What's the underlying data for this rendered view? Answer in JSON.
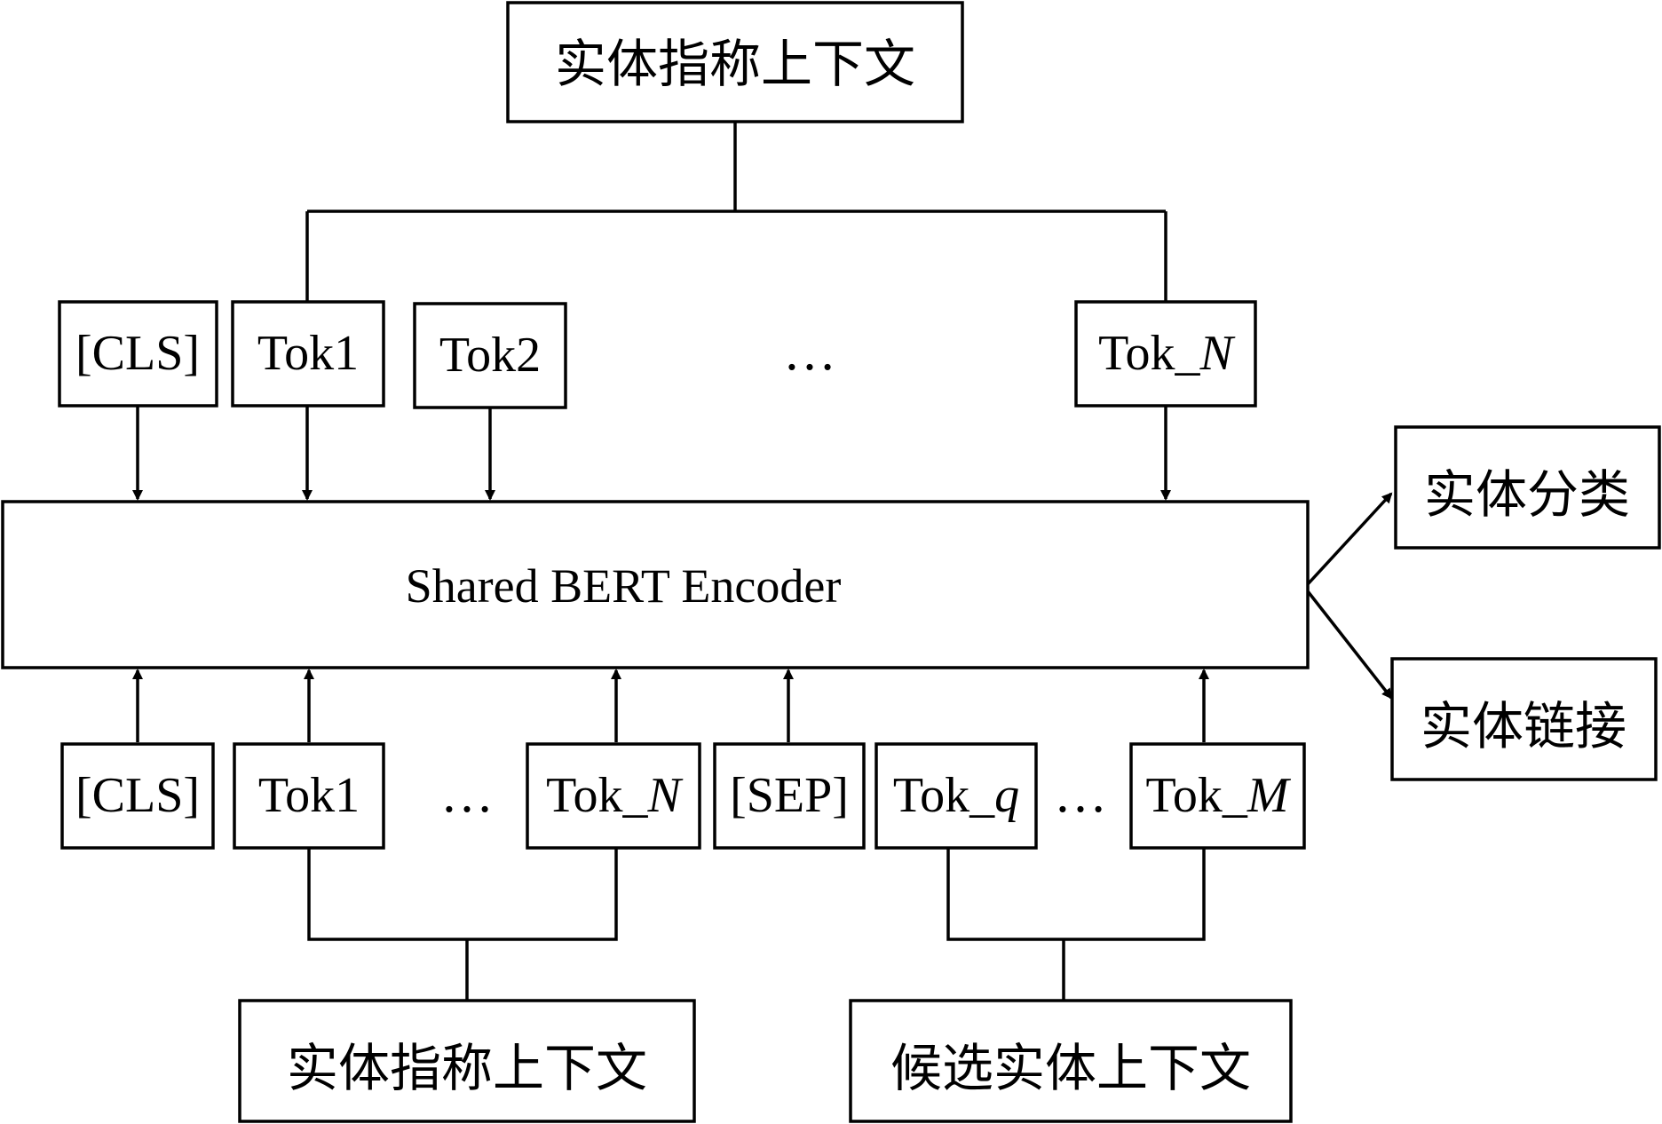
{
  "diagram": {
    "top_context": "实体指称上下文",
    "top_tokens": {
      "cls": "[CLS]",
      "tok1": "Tok1",
      "tok2": "Tok2",
      "ellipsis": "…",
      "tokn_prefix": "Tok_",
      "tokn_var": "N"
    },
    "encoder": "Shared BERT Encoder",
    "outputs": {
      "classification": "实体分类",
      "linking": "实体链接"
    },
    "bottom_tokens": {
      "cls": "[CLS]",
      "tok1": "Tok1",
      "ellipsis_1": "…",
      "tokn_prefix": "Tok_",
      "tokn_var": "N",
      "sep": "[SEP]",
      "tokq_prefix": "Tok_",
      "tokq_var": "q",
      "ellipsis_2": "…",
      "tokm_prefix": "Tok_",
      "tokm_var": "M"
    },
    "bottom_contexts": {
      "mention": "实体指称上下文",
      "candidate": "候选实体上下文"
    }
  },
  "colors": {
    "stroke": "#000000",
    "fill": "#ffffff",
    "text": "#000000"
  }
}
